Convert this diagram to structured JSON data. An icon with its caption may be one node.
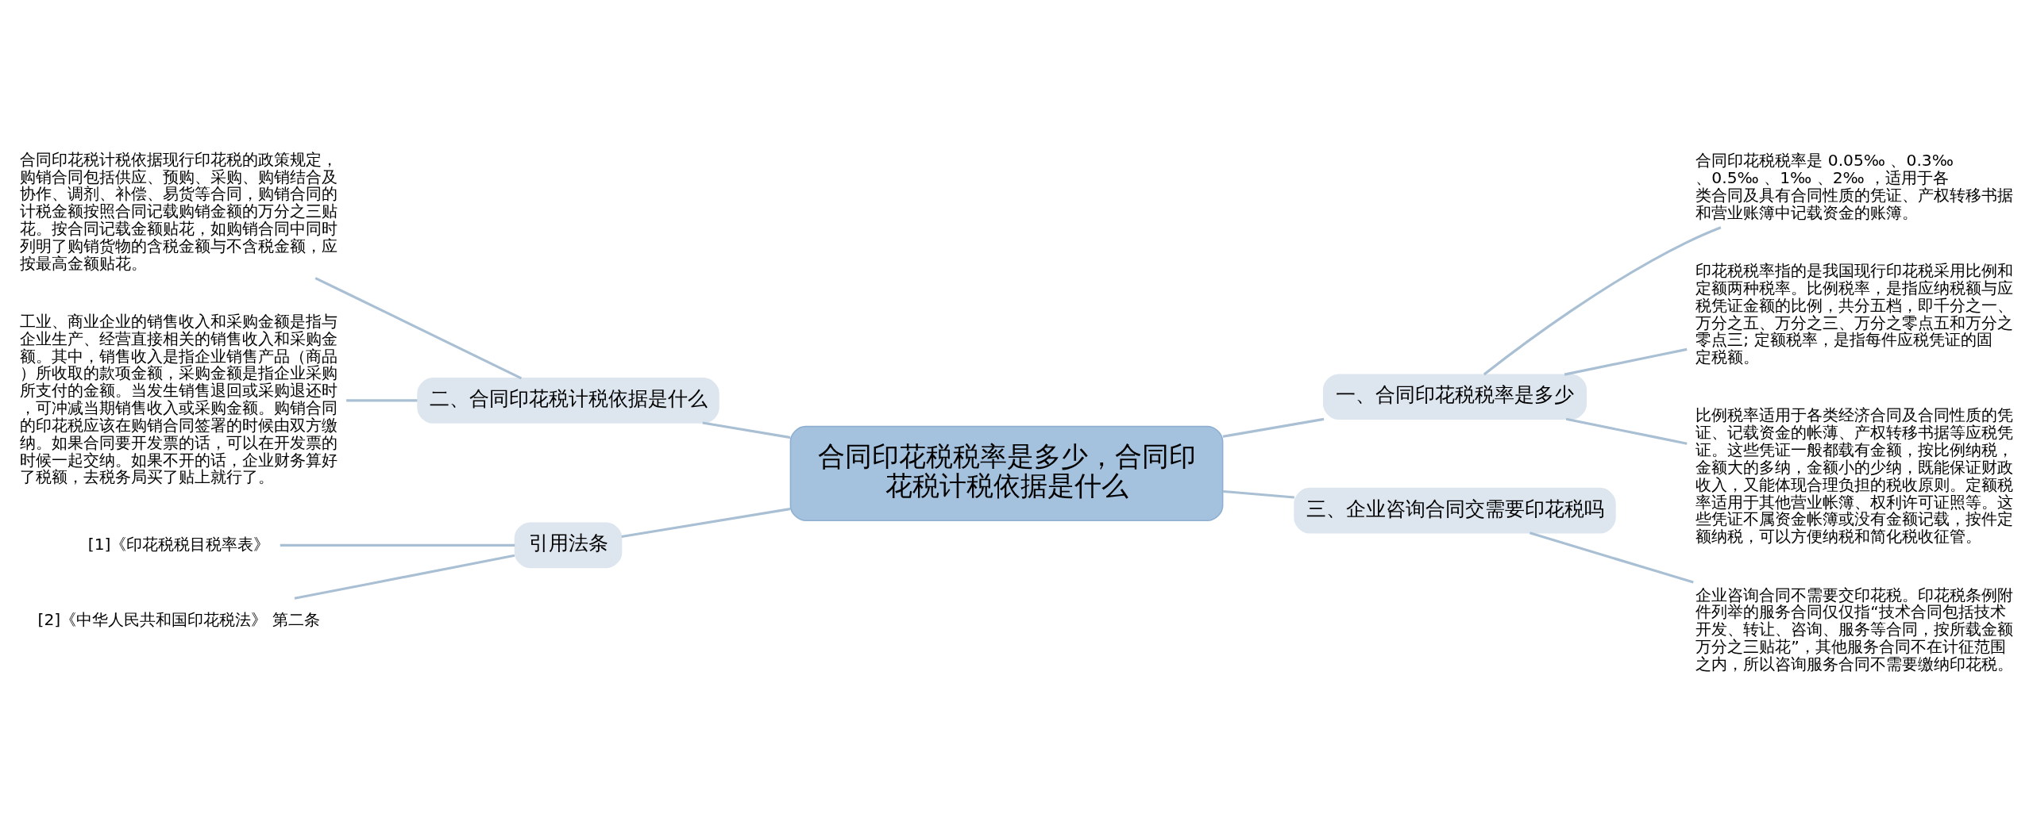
{
  "diagram": {
    "nodes": [
      {
        "text": [
          "合同印花税税率是多少，合同印花税计税依据是什么"
        ]
      },
      {
        "text": [
          "一、合同印花税税率是多少"
        ]
      },
      {
        "text": [
          "合同印花税税率是 0.05‰ 、0.3‰ 、0.5‰ 、1‰ 、2‰ ，适用于各类合同及具有合同性质的凭证、产权转移书据和营业账簿中记载资金的账簿。"
        ]
      },
      {
        "text": [
          "印花税税率指的是我国现行印花税采用比例和定额两种税率。比例税率，是指应纳税额与应税凭证金额的比例，共分五档，即千分之一、万分之五、万分之三、万分之零点五和万分之零点三; 定额税率，是指每件应税凭证的固定税额。"
        ]
      },
      {
        "text": [
          "比例税率适用于各类经济合同及合同性质的凭证、记载资金的帐薄、产权转移书据等应税凭证。这些凭证一般都载有金额，按比例纳税，金额大的多纳，金额小的少纳，既能保证财政收入，又能体现合理负担的税收原则。定额税率适用于其他营业帐簿、权利许可证照等。这些凭证不属资金帐簿或没有金额记载，按件定额纳税，可以方便纳税和简化税收征管。"
        ]
      },
      {
        "text": [
          "三、企业咨询合同交需要印花税吗"
        ]
      },
      {
        "text": [
          "企业咨询合同不需要交印花税。印花税条例附件列举的服务合同仅仅指“技术合同包括技术开发、转让、咨询、服务等合同，按所载金额万分之三贴花”，其他服务合同不在计征范围之内，所以咨询服务合同不需要缴纳印花税。"
        ]
      },
      {
        "text": [
          "二、合同印花税计税依据是什么"
        ]
      },
      {
        "text": [
          "合同印花税计税依据现行印花税的政策规定，购销合同包括供应、预购、采购、购销结合及协作、调剂、补偿、易货等合同，购销合同的计税金额按照合同记载购销金额的万分之三贴花。按合同记载金额贴花，如购销合同中同时列明了购销货物的含税金额与不含税金额，应按最高金额贴花。"
        ]
      },
      {
        "text": [
          "工业、商业企业的销售收入和采购金额是指与企业生产、经营直接相关的销售收入和采购金额。其中，销售收入是指企业销售产品（商品）所收取的款项金额，采购金额是指企业采购所支付的金额。当发生销售退回或采购退还时，可冲减当期销售收入或采购金额。购销合同的印花税应该在购销合同签署的时候由双方缴纳。如果合同要开发票的话，可以在开发票的时候一起交纳。如果不开的话，企业财务算好了税额，去税务局买了贴上就行了。"
        ]
      },
      {
        "text": [
          "引用法条"
        ]
      },
      {
        "text": [
          "[1]《印花税税目税率表》"
        ]
      },
      {
        "text": [
          "[2]《中华人民共和国印花税法》 第二条"
        ]
      }
    ],
    "edges": [
      {
        "from": 0,
        "to": 1,
        "arrow": "none"
      },
      {
        "from": 1,
        "to": 2,
        "arrow": "none"
      },
      {
        "from": 1,
        "to": 3,
        "arrow": "none"
      },
      {
        "from": 1,
        "to": 4,
        "arrow": "none"
      },
      {
        "from": 0,
        "to": 5,
        "arrow": "none"
      },
      {
        "from": 5,
        "to": 6,
        "arrow": "none"
      },
      {
        "from": 7,
        "to": 0,
        "arrow": "none"
      },
      {
        "from": 8,
        "to": 7,
        "arrow": "none"
      },
      {
        "from": 9,
        "to": 7,
        "arrow": "none"
      },
      {
        "from": 10,
        "to": 0,
        "arrow": "none"
      },
      {
        "from": 11,
        "to": 10,
        "arrow": "none"
      },
      {
        "from": 12,
        "to": 10,
        "arrow": "none"
      }
    ]
  }
}
